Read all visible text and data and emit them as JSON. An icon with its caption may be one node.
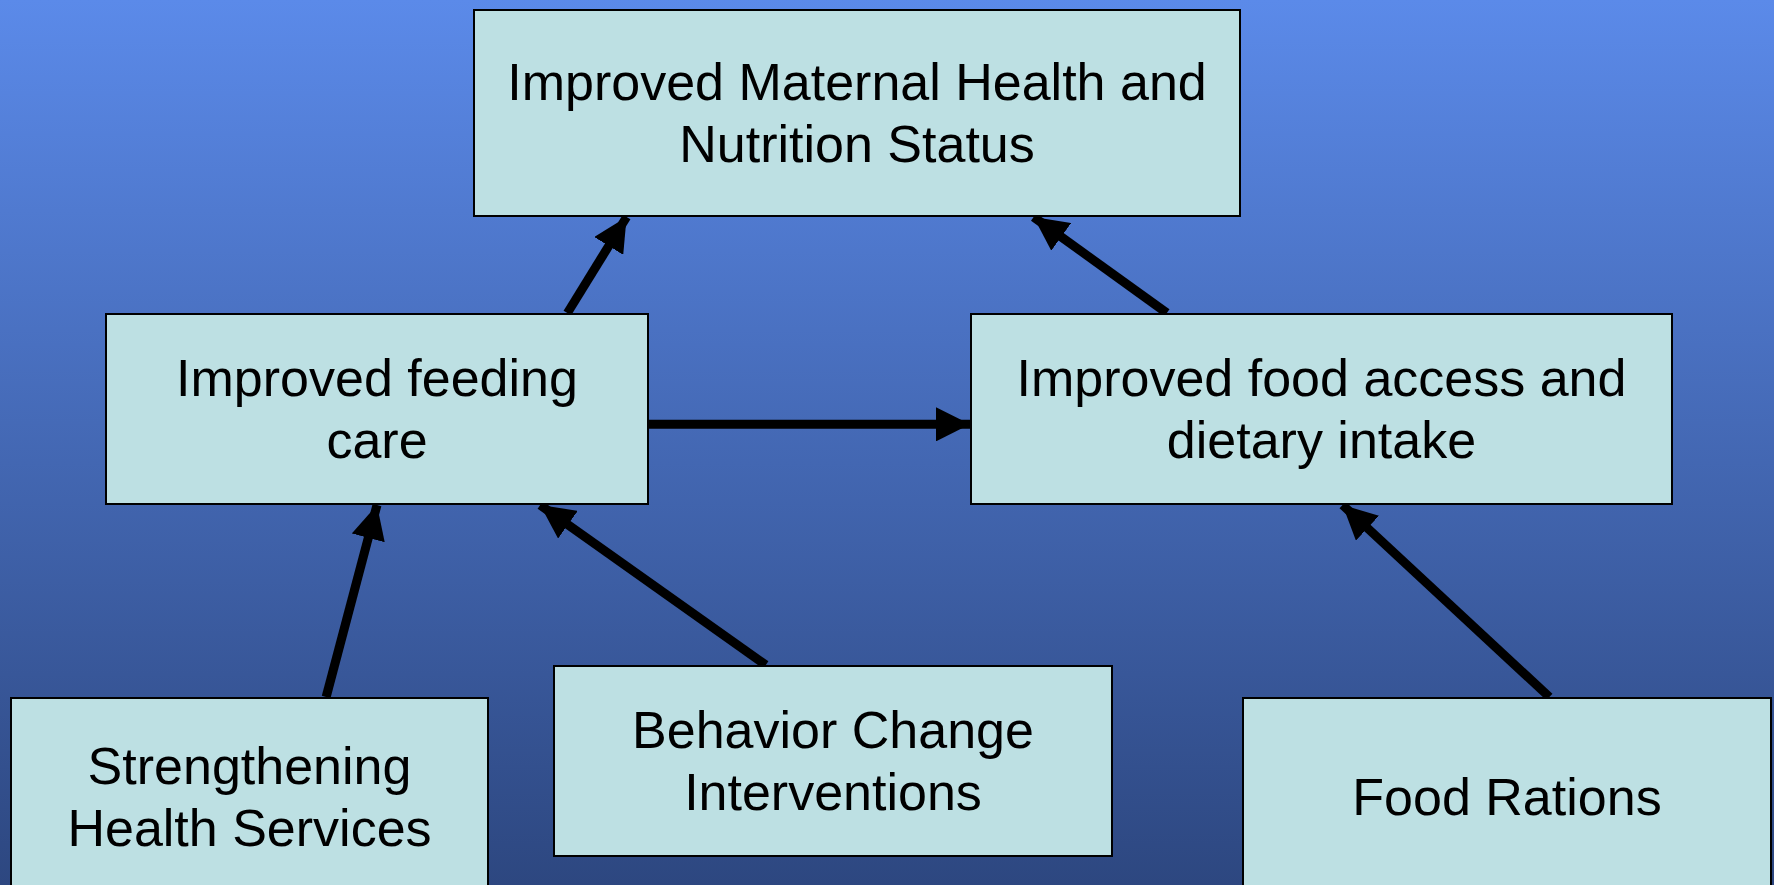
{
  "diagram": {
    "nodes": [
      {
        "text": [
          "Improved Maternal Health and Nutrition Status"
        ]
      },
      {
        "text": [
          "Improved feeding care"
        ]
      },
      {
        "text": [
          "Improved food access and dietary intake"
        ]
      },
      {
        "text": [
          "Strengthening Health Services"
        ]
      },
      {
        "text": [
          "Behavior Change Interventions"
        ]
      },
      {
        "text": [
          "Food Rations"
        ]
      }
    ],
    "edges": [
      {
        "from": 1,
        "to": 0,
        "arrow": "to"
      },
      {
        "from": 1,
        "to": 2,
        "arrow": "to"
      },
      {
        "from": 2,
        "to": 0,
        "arrow": "to"
      },
      {
        "from": 3,
        "to": 1,
        "arrow": "to"
      },
      {
        "from": 4,
        "to": 1,
        "arrow": "to"
      },
      {
        "from": 5,
        "to": 2,
        "arrow": "to"
      }
    ]
  }
}
